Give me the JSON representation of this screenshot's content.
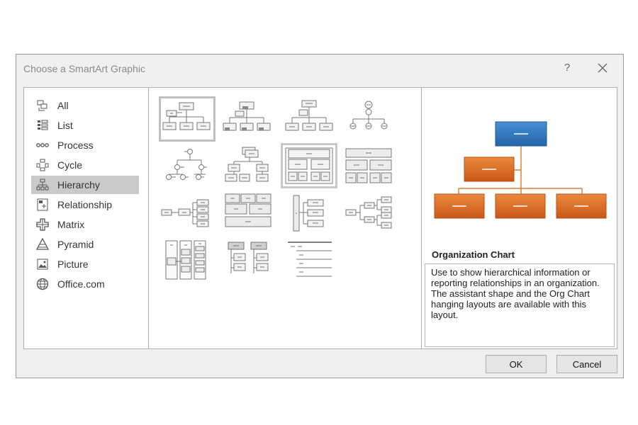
{
  "dialog": {
    "title": "Choose a SmartArt Graphic",
    "help_label": "?",
    "close_icon": "close-icon"
  },
  "categories": [
    {
      "label": "All",
      "icon": "all-icon"
    },
    {
      "label": "List",
      "icon": "list-icon"
    },
    {
      "label": "Process",
      "icon": "process-icon"
    },
    {
      "label": "Cycle",
      "icon": "cycle-icon"
    },
    {
      "label": "Hierarchy",
      "icon": "hierarchy-icon",
      "selected": true
    },
    {
      "label": "Relationship",
      "icon": "relationship-icon"
    },
    {
      "label": "Matrix",
      "icon": "matrix-icon"
    },
    {
      "label": "Pyramid",
      "icon": "pyramid-icon"
    },
    {
      "label": "Picture",
      "icon": "picture-icon"
    },
    {
      "label": "Office.com",
      "icon": "globe-icon"
    }
  ],
  "gallery": {
    "selected_index": 0,
    "layouts": [
      "organization-chart",
      "name-and-title-org-chart",
      "half-circle-org-chart",
      "circle-picture-hierarchy",
      "hierarchy",
      "labeled-hierarchy",
      "table-hierarchy",
      "architecture-layout",
      "horizontal-hierarchy",
      "horizontal-multi-level-hierarchy",
      "lined-list",
      "horizontal-labeled-hierarchy",
      "vertical-hierarchy",
      "hierarchy-list",
      "text-list"
    ]
  },
  "preview": {
    "title": "Organization Chart",
    "description": "Use to show hierarchical information or reporting relationships in an organization. The assistant shape and the Org Chart hanging layouts are available with this layout.",
    "colors": {
      "top": "#2e75b6",
      "assistant": "#c55a11",
      "bottom": "#d96b1f"
    }
  },
  "buttons": {
    "ok": "OK",
    "cancel": "Cancel"
  }
}
